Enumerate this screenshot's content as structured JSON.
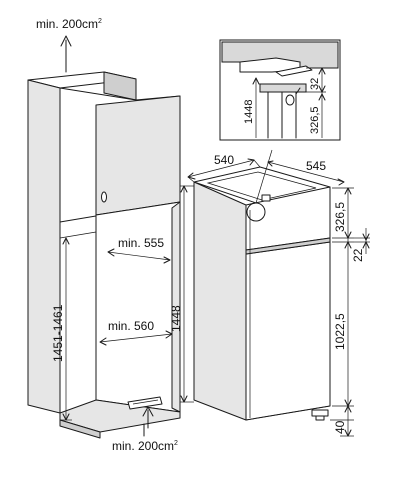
{
  "labels": {
    "vent_top": "min. 200cm",
    "vent_top_sup": "2",
    "vent_bottom": "min. 200cm",
    "vent_bottom_sup": "2",
    "niche_height": "1451-1461",
    "niche_depth": "min. 555",
    "niche_width": "min. 560",
    "fridge_width": "540",
    "fridge_depth": "545",
    "fridge_height": "1448",
    "freezer_height": "326,5",
    "gap": "22",
    "fridge_lower": "1022,5",
    "bottom_gap": "40",
    "detail_height": "1448",
    "detail_32": "32",
    "detail_326": "326,5"
  }
}
